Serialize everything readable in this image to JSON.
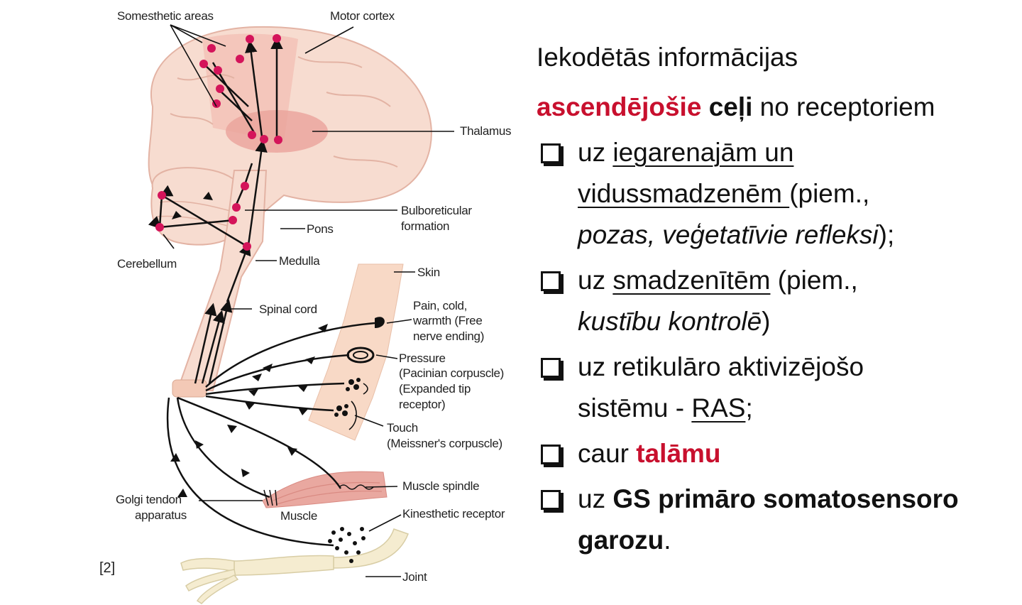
{
  "labels": {
    "somesthetic": "Somesthetic areas",
    "motor_cortex": "Motor cortex",
    "thalamus": "Thalamus",
    "bulbo1": "Bulboreticular",
    "bulbo2": "formation",
    "pons": "Pons",
    "cerebellum": "Cerebellum",
    "medulla": "Medulla",
    "skin": "Skin",
    "spinal_cord": "Spinal cord",
    "pain1": "Pain, cold,",
    "pain2": "warmth (Free",
    "pain3": "nerve ending)",
    "pressure1": "Pressure",
    "pressure2": "(Pacinian corpuscle)",
    "pressure3": "(Expanded tip",
    "pressure4": "receptor)",
    "touch1": "Touch",
    "touch2": "(Meissner's corpuscle)",
    "muscle_spindle": "Muscle spindle",
    "golgi1": "Golgi tendon",
    "golgi2": "apparatus",
    "muscle": "Muscle",
    "kinesthetic": "Kinesthetic receptor",
    "joint": "Joint",
    "ref": "[2]"
  },
  "text": {
    "line1": "Iekodētās informācijas",
    "line2_red": "ascendējošie",
    "line2_space": " ",
    "line2_bold": "ceļi",
    "line2_rest": " no receptoriem",
    "b1_a": "uz ",
    "b1_u1": "iegarenajām un",
    "b1_u2": "vidussmadzenēm ",
    "b1_b": "(piem.,",
    "b1_it": "pozas, veģetatīvie refleksi",
    "b1_c": ");",
    "b2_a": "uz ",
    "b2_u": "smadzenītēm",
    "b2_b": " (piem.,",
    "b2_it": "kustību kontrolē",
    "b2_c": ")",
    "b3_a": "uz retikulāro aktivizējošo",
    "b3_b": "sistēmu - ",
    "b3_u": "RAS",
    "b3_c": ";",
    "b4_a": "caur ",
    "b4_red": "talāmu",
    "b5_a": "uz ",
    "b5_bold1": "GS primāro somatosensoro",
    "b5_bold2": "garozu",
    "b5_c": "."
  },
  "colors": {
    "accent_red": "#c8102e",
    "neuron_dot": "#d4145a",
    "brain_fill": "#f7dcd0",
    "cortex_highlight": "#f2b7ae"
  }
}
